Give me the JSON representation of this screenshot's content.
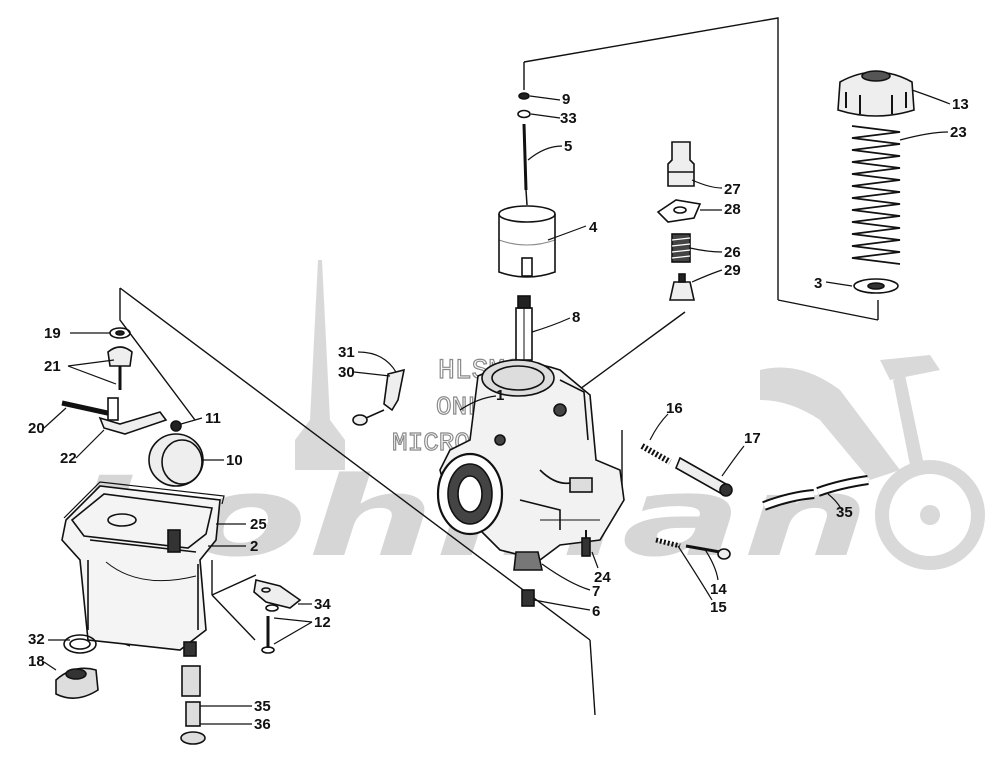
{
  "watermark": {
    "line1": "HLSMS",
    "line2": "ONLINE",
    "line3": "MICROFICHE",
    "brand": "Lohman"
  },
  "callouts": [
    {
      "id": "c9",
      "label": "9"
    },
    {
      "id": "c33a",
      "label": "33"
    },
    {
      "id": "c5",
      "label": "5"
    },
    {
      "id": "c4",
      "label": "4"
    },
    {
      "id": "c8",
      "label": "8"
    },
    {
      "id": "c13",
      "label": "13"
    },
    {
      "id": "c23",
      "label": "23"
    },
    {
      "id": "c27",
      "label": "27"
    },
    {
      "id": "c28",
      "label": "28"
    },
    {
      "id": "c26",
      "label": "26"
    },
    {
      "id": "c29",
      "label": "29"
    },
    {
      "id": "c3",
      "label": "3"
    },
    {
      "id": "c19",
      "label": "19"
    },
    {
      "id": "c21",
      "label": "21"
    },
    {
      "id": "c20",
      "label": "20"
    },
    {
      "id": "c22",
      "label": "22"
    },
    {
      "id": "c11",
      "label": "11"
    },
    {
      "id": "c10",
      "label": "10"
    },
    {
      "id": "c31",
      "label": "31"
    },
    {
      "id": "c30",
      "label": "30"
    },
    {
      "id": "c1",
      "label": "1"
    },
    {
      "id": "c16",
      "label": "16"
    },
    {
      "id": "c17",
      "label": "17"
    },
    {
      "id": "c35a",
      "label": "35"
    },
    {
      "id": "c25",
      "label": "25"
    },
    {
      "id": "c2",
      "label": "2"
    },
    {
      "id": "c24",
      "label": "24"
    },
    {
      "id": "c7",
      "label": "7"
    },
    {
      "id": "c6",
      "label": "6"
    },
    {
      "id": "c14",
      "label": "14"
    },
    {
      "id": "c15",
      "label": "15"
    },
    {
      "id": "c34",
      "label": "34"
    },
    {
      "id": "c12",
      "label": "12"
    },
    {
      "id": "c32",
      "label": "32"
    },
    {
      "id": "c18",
      "label": "18"
    },
    {
      "id": "c35b",
      "label": "35"
    },
    {
      "id": "c36",
      "label": "36"
    }
  ]
}
